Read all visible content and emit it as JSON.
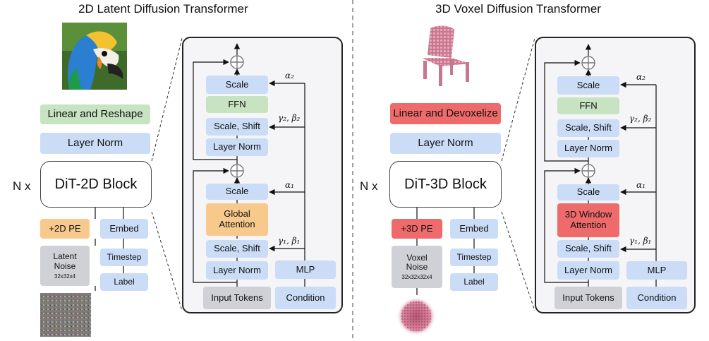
{
  "left": {
    "title": "2D Latent Diffusion Transformer",
    "linear": "Linear and Reshape",
    "layernorm": "Layer Norm",
    "nx": "N x",
    "block": "DiT-2D Block",
    "pe": "+2D PE",
    "embed": "Embed",
    "noise_line1": "Latent",
    "noise_line2": "Noise",
    "noise_size": "32x32x4",
    "timestep": "Timestep",
    "label": "Label",
    "panel": {
      "scale_top": "Scale",
      "ffn": "FFN",
      "scale_shift_top": "Scale, Shift",
      "layernorm_top": "Layer Norm",
      "scale_mid": "Scale",
      "attention_line1": "Global",
      "attention_line2": "Attention",
      "scale_shift_bottom": "Scale, Shift",
      "layernorm_bottom": "Layer Norm",
      "mlp": "MLP",
      "input_tokens": "Input Tokens",
      "condition": "Condition",
      "alpha2": "α₂",
      "gamma2beta2": "γ₂, β₂",
      "alpha1": "α₁",
      "gamma1beta1": "γ₁, β₁"
    }
  },
  "right": {
    "title": "3D Voxel Diffusion Transformer",
    "linear": "Linear and Devoxelize",
    "layernorm": "Layer Norm",
    "nx": "N x",
    "block": "DiT-3D Block",
    "pe": "+3D PE",
    "embed": "Embed",
    "noise_line1": "Voxel",
    "noise_line2": "Noise",
    "noise_size": "32x32x32x4",
    "timestep": "Timestep",
    "label": "Label",
    "panel": {
      "scale_top": "Scale",
      "ffn": "FFN",
      "scale_shift_top": "Scale, Shift",
      "layernorm_top": "Layer Norm",
      "scale_mid": "Scale",
      "attention_line1": "3D Window",
      "attention_line2": "Attention",
      "scale_shift_bottom": "Scale, Shift",
      "layernorm_bottom": "Layer Norm",
      "mlp": "MLP",
      "input_tokens": "Input Tokens",
      "condition": "Condition",
      "alpha2": "α₂",
      "gamma2beta2": "γ₂, β₂",
      "alpha1": "α₁",
      "gamma1beta1": "γ₁, β₁"
    }
  },
  "colors": {
    "blue": "#cbdcf7",
    "green": "#c7e3c1",
    "orange": "#f8c98c",
    "red": "#ef6a6a",
    "gray": "#cfd1d6"
  }
}
